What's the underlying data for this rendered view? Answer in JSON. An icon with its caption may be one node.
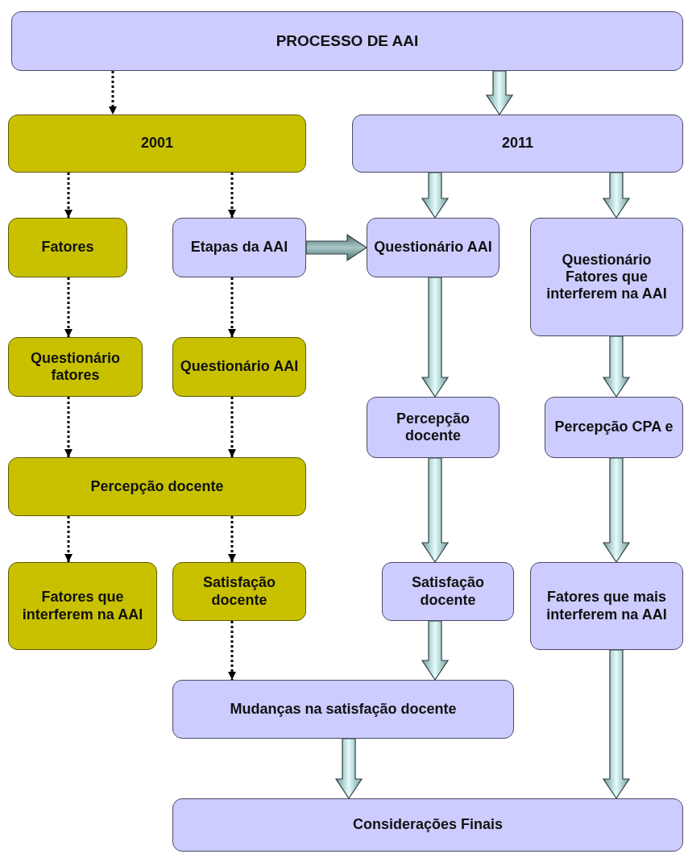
{
  "diagram": {
    "nodes": [
      {
        "text": [
          "PROCESSO DE AAI"
        ]
      },
      {
        "text": [
          "2001"
        ]
      },
      {
        "text": [
          "2011"
        ]
      },
      {
        "text": [
          "Fatores"
        ]
      },
      {
        "text": [
          "Etapas da AAI"
        ]
      },
      {
        "text": [
          "Questionário AAI"
        ]
      },
      {
        "text": [
          "Questionário Fatores que interferem na AAI"
        ]
      },
      {
        "text": [
          "Questionário fatores"
        ]
      },
      {
        "text": [
          "Questionário AAI"
        ]
      },
      {
        "text": [
          "Percepção docente"
        ]
      },
      {
        "text": [
          "Percepção docente"
        ]
      },
      {
        "text": [
          "Percepção CPA e"
        ]
      },
      {
        "text": [
          "Fatores que interferem na AAI"
        ]
      },
      {
        "text": [
          "Satisfação docente"
        ]
      },
      {
        "text": [
          "Satisfação docente"
        ]
      },
      {
        "text": [
          "Fatores que mais interferem na AAI"
        ]
      },
      {
        "text": [
          "Mudanças na satisfação docente"
        ]
      },
      {
        "text": [
          "Considerações Finais"
        ]
      }
    ],
    "edges": [
      {
        "from": 0,
        "to": 1,
        "arrow": "to",
        "style": "dashed"
      },
      {
        "from": 0,
        "to": 2,
        "arrow": "to",
        "style": "thick"
      },
      {
        "from": 1,
        "to": 3,
        "arrow": "to",
        "style": "dashed"
      },
      {
        "from": 1,
        "to": 4,
        "arrow": "to",
        "style": "dashed"
      },
      {
        "from": 2,
        "to": 5,
        "arrow": "to",
        "style": "thick"
      },
      {
        "from": 2,
        "to": 6,
        "arrow": "to",
        "style": "thick"
      },
      {
        "from": 4,
        "to": 5,
        "arrow": "to",
        "style": "thick"
      },
      {
        "from": 3,
        "to": 7,
        "arrow": "to",
        "style": "dashed"
      },
      {
        "from": 4,
        "to": 8,
        "arrow": "to",
        "style": "dashed"
      },
      {
        "from": 7,
        "to": 9,
        "arrow": "to",
        "style": "dashed"
      },
      {
        "from": 8,
        "to": 9,
        "arrow": "to",
        "style": "dashed"
      },
      {
        "from": 5,
        "to": 10,
        "arrow": "to",
        "style": "thick"
      },
      {
        "from": 6,
        "to": 11,
        "arrow": "to",
        "style": "thick"
      },
      {
        "from": 9,
        "to": 12,
        "arrow": "to",
        "style": "dashed"
      },
      {
        "from": 9,
        "to": 13,
        "arrow": "to",
        "style": "dashed"
      },
      {
        "from": 10,
        "to": 14,
        "arrow": "to",
        "style": "thick"
      },
      {
        "from": 11,
        "to": 15,
        "arrow": "to",
        "style": "thick"
      },
      {
        "from": 13,
        "to": 16,
        "arrow": "to",
        "style": "dashed"
      },
      {
        "from": 14,
        "to": 16,
        "arrow": "to",
        "style": "thick"
      },
      {
        "from": 16,
        "to": 17,
        "arrow": "to",
        "style": "thick"
      },
      {
        "from": 15,
        "to": 17,
        "arrow": "to",
        "style": "thick"
      }
    ]
  }
}
